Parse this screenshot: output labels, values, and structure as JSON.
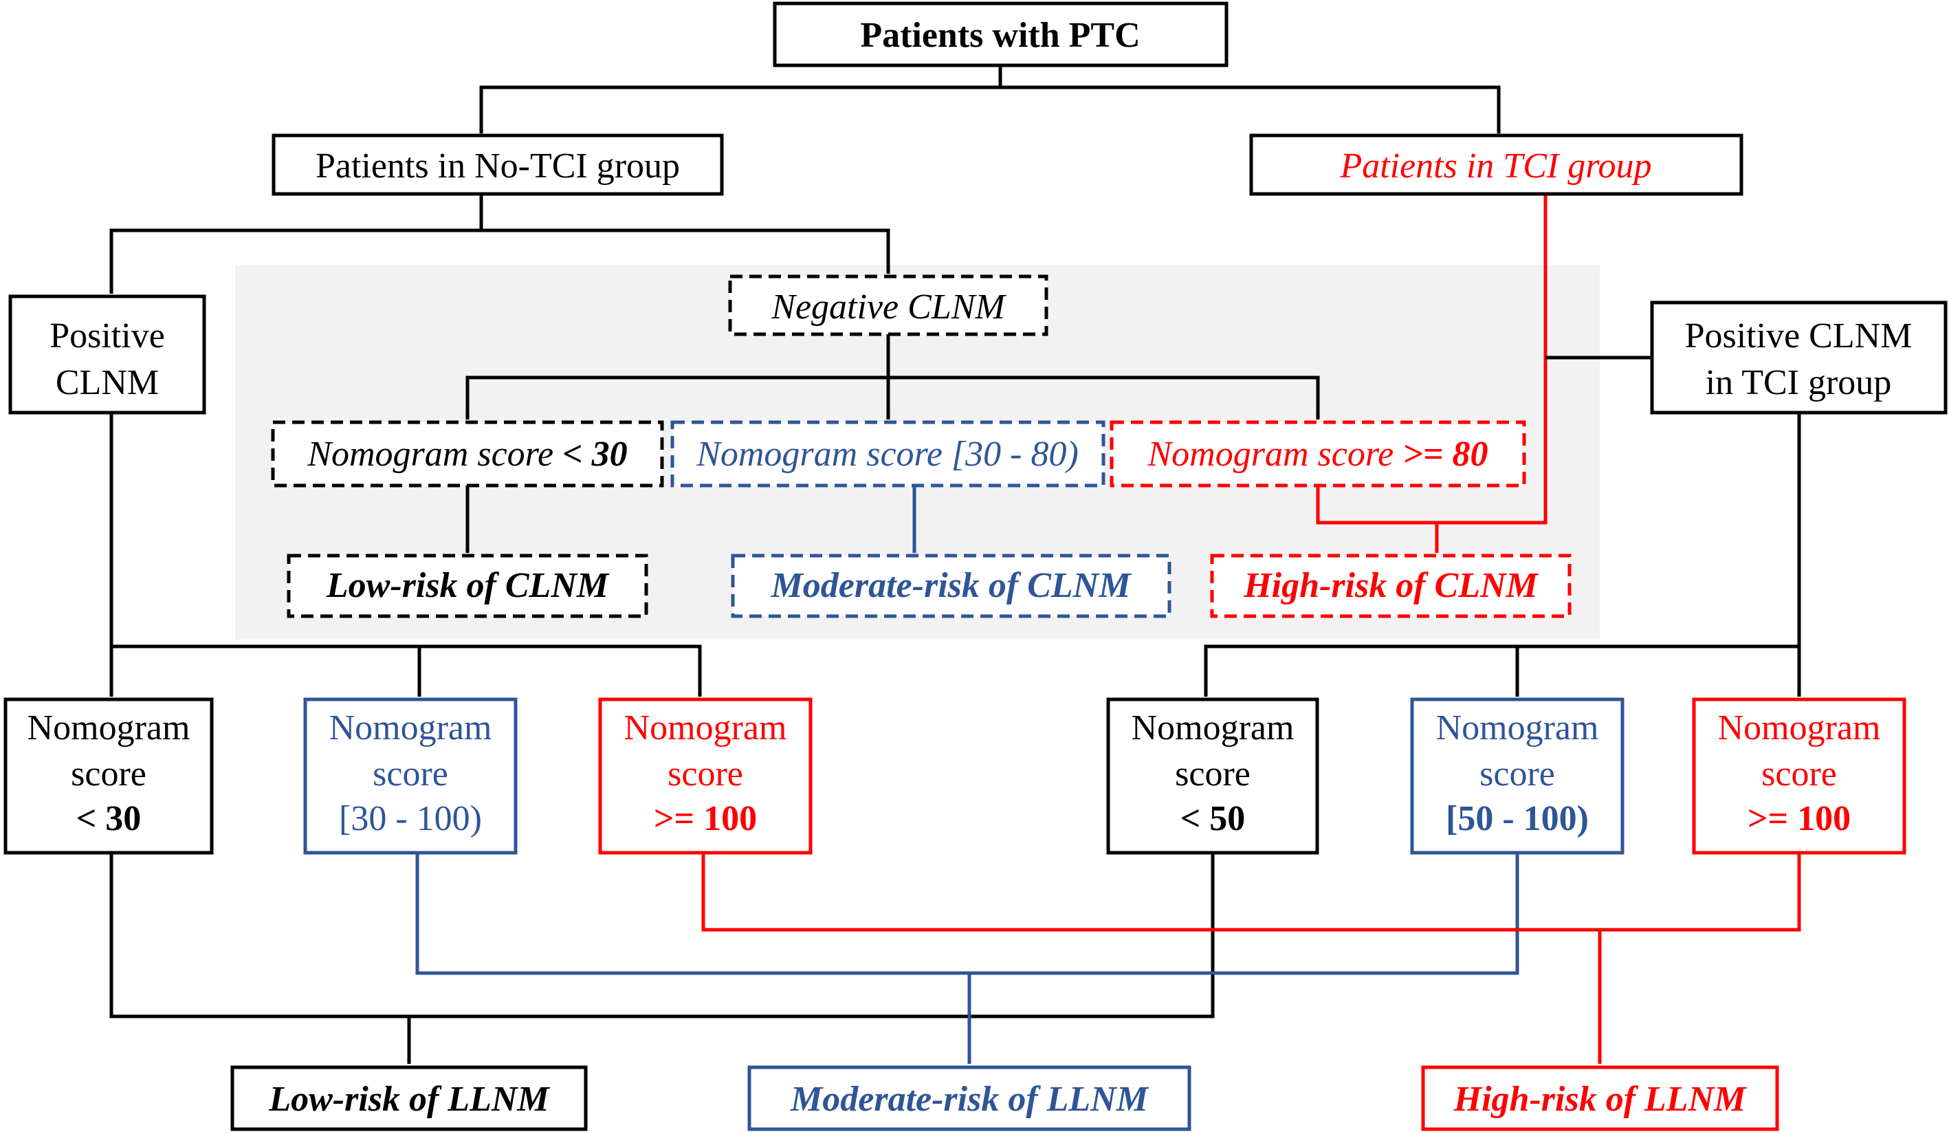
{
  "colors": {
    "black": "#000000",
    "blue": "#2e5597",
    "red": "#ff0000",
    "panel": "#f2f2f2"
  },
  "nodes": {
    "root": "Patients with PTC",
    "no_tci": "Patients in No-TCI group",
    "tci": "Patients in TCI group",
    "positive_clnm_line1": "Positive",
    "positive_clnm_line2": "CLNM",
    "negative_clnm": "Negative CLNM",
    "positive_clnm_tci_line1": "Positive CLNM",
    "positive_clnm_tci_line2": "in TCI group",
    "neg_low": {
      "prefix": "Nomogram score ",
      "value": "< 30"
    },
    "neg_mid": "Nomogram score [30 - 80)",
    "neg_high": {
      "prefix": "Nomogram score ",
      "value": ">= 80"
    },
    "low_clnm": "Low-risk of CLNM",
    "mod_clnm": "Moderate-risk of CLNM",
    "high_clnm": "High-risk of CLNM",
    "left_low": {
      "line1": "Nomogram",
      "line2": "score",
      "line3": "< 30"
    },
    "left_mid": {
      "line1": "Nomogram",
      "line2": "score",
      "line3": "[30 - 100)"
    },
    "left_high": {
      "line1": "Nomogram",
      "line2": "score",
      "line3": ">= 100"
    },
    "right_low": {
      "line1": "Nomogram",
      "line2": "score",
      "line3": "< 50"
    },
    "right_mid": {
      "line1": "Nomogram",
      "line2": "score",
      "line3": "[50 - 100)"
    },
    "right_high": {
      "line1": "Nomogram",
      "line2": "score",
      "line3": ">= 100"
    },
    "low_llnm": "Low-risk of LLNM",
    "mod_llnm": "Moderate-risk of LLNM",
    "high_llnm": "High-risk of LLNM"
  }
}
